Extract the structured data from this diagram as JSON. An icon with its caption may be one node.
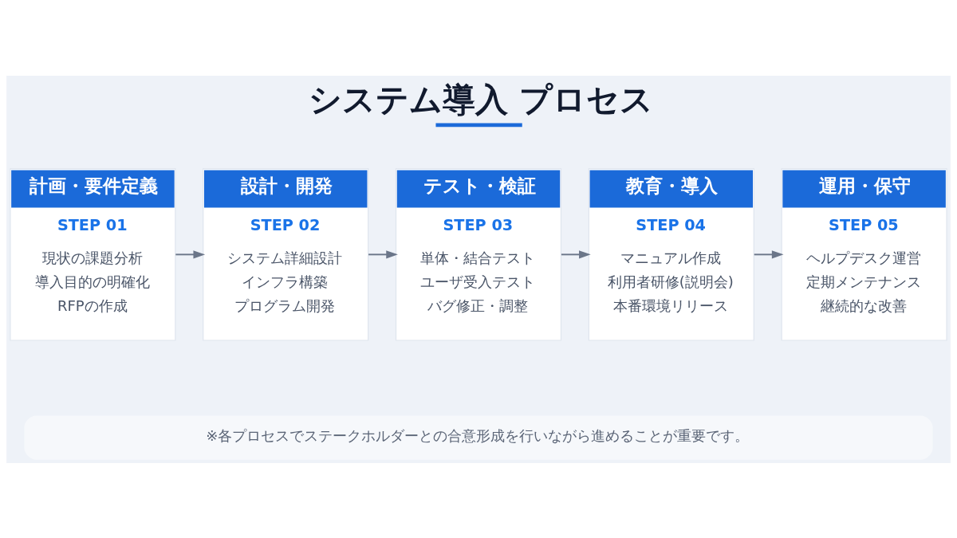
{
  "diagram": {
    "title": "システム導入 プロセス",
    "nodes": [
      {
        "text": [
          "計画・要件定義",
          "STEP 01",
          "現状の課題分析",
          "導入目的の明確化",
          "RFPの作成"
        ]
      },
      {
        "text": [
          "設計・開発",
          "STEP 02",
          "システム詳細設計",
          "インフラ構築",
          "プログラム開発"
        ]
      },
      {
        "text": [
          "テスト・検証",
          "STEP 03",
          "単体・結合テスト",
          "ユーザ受入テスト",
          "バグ修正・調整"
        ]
      },
      {
        "text": [
          "教育・導入",
          "STEP 04",
          "マニュアル作成",
          "利用者研修(説明会)",
          "本番環境リリース"
        ]
      },
      {
        "text": [
          "運用・保守",
          "STEP 05",
          "ヘルプデスク運営",
          "定期メンテナンス",
          "継続的な改善"
        ]
      },
      {
        "text": [
          "※各プロセスでステークホルダーとの合意形成を行いながら進めることが重要です。"
        ]
      }
    ],
    "edges": [
      {
        "from": 0,
        "to": 1,
        "arrow": "to"
      },
      {
        "from": 1,
        "to": 2,
        "arrow": "to"
      },
      {
        "from": 2,
        "to": 3,
        "arrow": "to"
      },
      {
        "from": 3,
        "to": 4,
        "arrow": "to"
      }
    ]
  }
}
